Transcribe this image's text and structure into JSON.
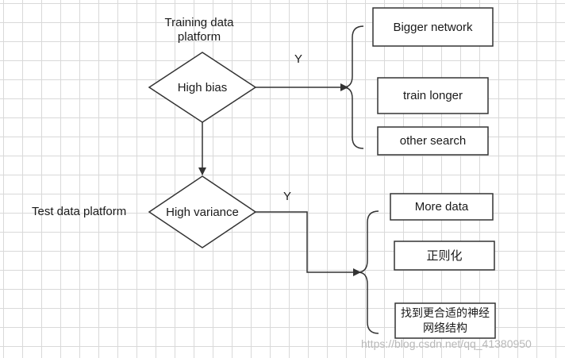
{
  "nodes": {
    "high_bias": "High bias",
    "high_variance": "High variance"
  },
  "labels": {
    "training_platform": "Training data platform",
    "test_platform": "Test data platform",
    "yes_bias": "Y",
    "yes_variance": "Y"
  },
  "bias_remedies": [
    "Bigger  network",
    "train longer",
    "other search"
  ],
  "variance_remedies": [
    "More data",
    "正则化",
    "找到更合适的神经网络结构"
  ],
  "watermark": "https://blog.csdn.net/qq_41380950"
}
